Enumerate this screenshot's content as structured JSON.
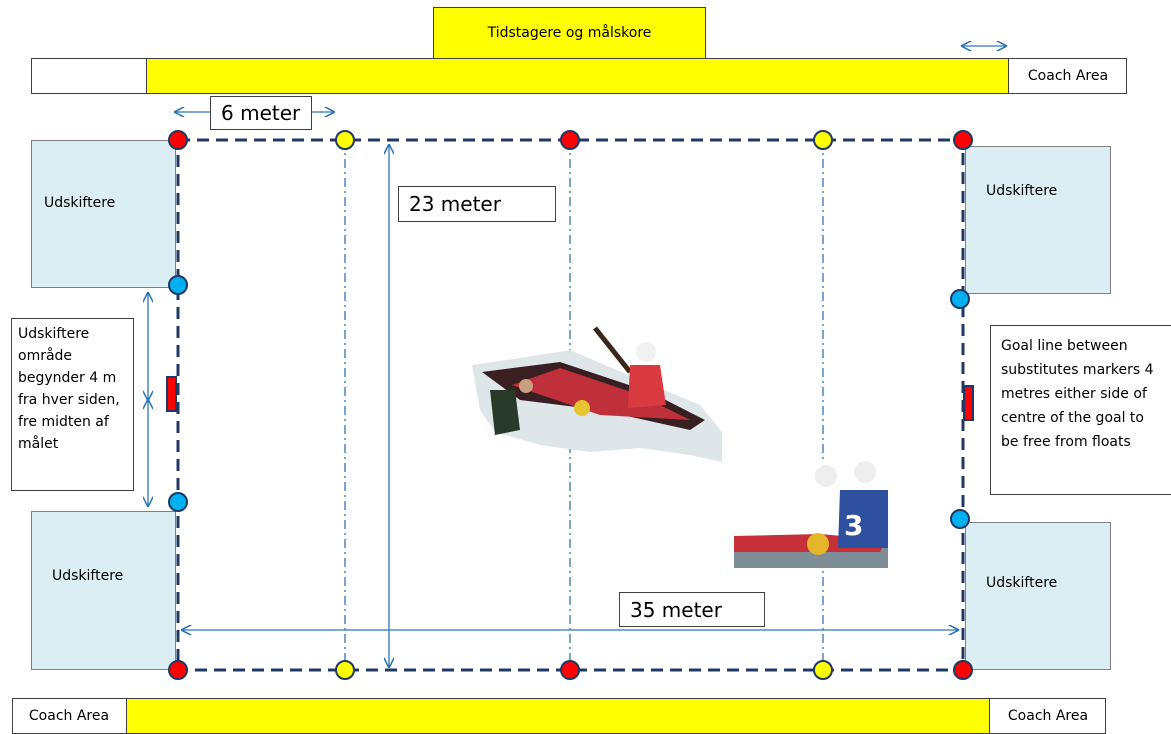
{
  "top": {
    "timekeepers_label": "Tidstagere  og målskore",
    "coach_area_right": "Coach Area"
  },
  "bottom": {
    "coach_area_left": "Coach Area",
    "coach_area_right": "Coach Area"
  },
  "dimensions": {
    "six_meter": "6 meter",
    "width": "23 meter",
    "length": "35 meter"
  },
  "substitutes": {
    "top_left": "Udskiftere",
    "bottom_left": "Udskiftere",
    "top_right": "Udskiftere",
    "bottom_right": "Udskiftere"
  },
  "notes": {
    "left": "Udskiftere område begynder 4 m fra hver siden, fre midten af målet",
    "right": "Goal line between substitutes markers 4 metres either side of centre of the goal to be free from floats"
  },
  "colors": {
    "marker_red": "#ff0000",
    "marker_yellow": "#ffff00",
    "marker_blue": "#00b0f0",
    "boundary": "#1f3864",
    "dimension_line": "#2e75b6",
    "substitutes_fill": "#dbeef4",
    "highlight": "#ffff00"
  }
}
